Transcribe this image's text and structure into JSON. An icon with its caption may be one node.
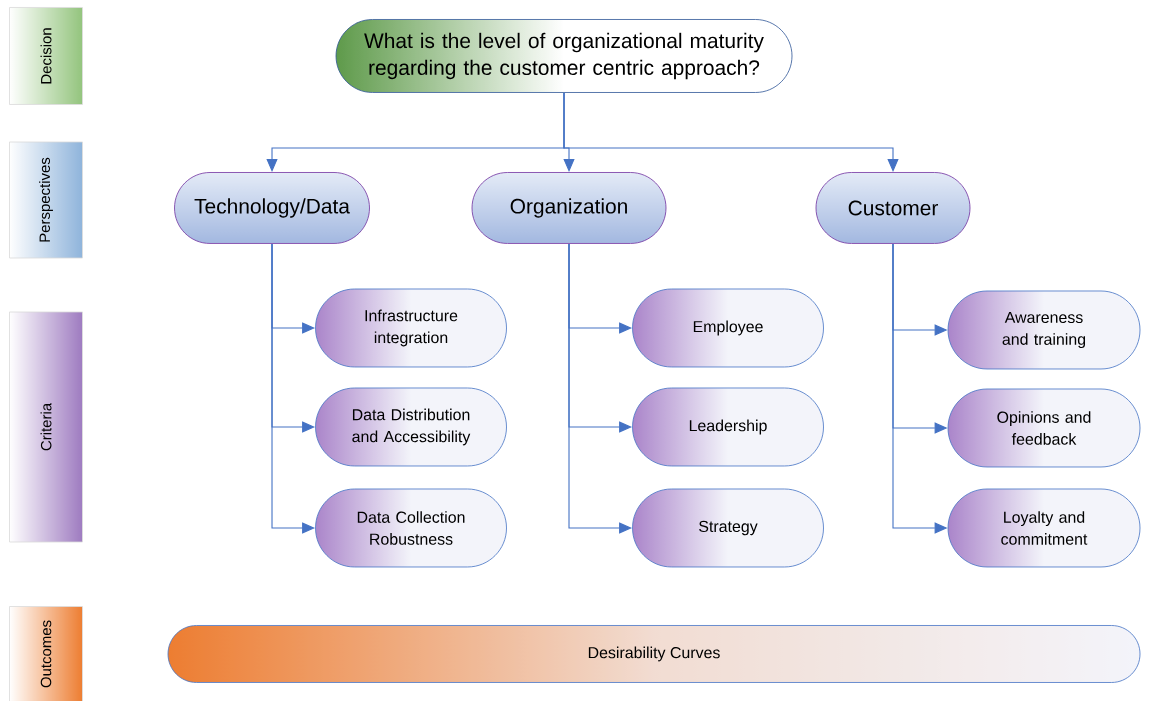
{
  "diagram": {
    "nodes": [
      {
        "text": [
          "Decision"
        ]
      },
      {
        "text": [
          "Perspectives"
        ]
      },
      {
        "text": [
          "Criteria"
        ]
      },
      {
        "text": [
          "Outcomes"
        ]
      },
      {
        "text": [
          "What is the level of organizational maturity regarding the customer centric approach?"
        ]
      },
      {
        "text": [
          "Technology/Data"
        ]
      },
      {
        "text": [
          "Organization"
        ]
      },
      {
        "text": [
          "Customer"
        ]
      },
      {
        "text": [
          "Infrastructure integration"
        ]
      },
      {
        "text": [
          "Data Distribution and Accessibility"
        ]
      },
      {
        "text": [
          "Data Collection Robustness"
        ]
      },
      {
        "text": [
          "Employee"
        ]
      },
      {
        "text": [
          "Leadership"
        ]
      },
      {
        "text": [
          "Strategy"
        ]
      },
      {
        "text": [
          "Awareness and training"
        ]
      },
      {
        "text": [
          "Opinions and feedback"
        ]
      },
      {
        "text": [
          "Loyalty and commitment"
        ]
      },
      {
        "text": [
          "Desirability Curves"
        ]
      }
    ],
    "edges": [
      {
        "from": 4,
        "to": 5,
        "arrow": "to"
      },
      {
        "from": 4,
        "to": 6,
        "arrow": "to"
      },
      {
        "from": 4,
        "to": 7,
        "arrow": "to"
      },
      {
        "from": 5,
        "to": 8,
        "arrow": "to"
      },
      {
        "from": 5,
        "to": 9,
        "arrow": "to"
      },
      {
        "from": 5,
        "to": 10,
        "arrow": "to"
      },
      {
        "from": 6,
        "to": 11,
        "arrow": "to"
      },
      {
        "from": 6,
        "to": 12,
        "arrow": "to"
      },
      {
        "from": 6,
        "to": 13,
        "arrow": "to"
      },
      {
        "from": 7,
        "to": 14,
        "arrow": "to"
      },
      {
        "from": 7,
        "to": 15,
        "arrow": "to"
      },
      {
        "from": 7,
        "to": 16,
        "arrow": "to"
      }
    ]
  }
}
